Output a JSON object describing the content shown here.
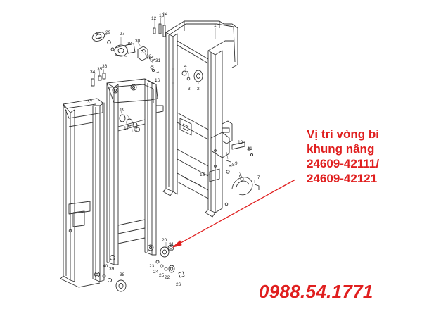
{
  "annotation": {
    "line1": "Vị trí vòng bi",
    "line2": "khung nâng",
    "line3": "24609-42111/",
    "line4": "24609-42121",
    "color": "#e01f1f"
  },
  "phone": "0988.54.1771",
  "part_numbers": {
    "p1": "1",
    "p2": "2",
    "p3": "3",
    "p4": "4",
    "p5": "5",
    "p6": "6",
    "p7": "7",
    "p8": "8",
    "p9": "9",
    "p10": "10",
    "p11": "11",
    "p12": "12",
    "p13": "13",
    "p14": "14",
    "p15": "15",
    "p16": "16",
    "p17": "17",
    "p18": "18",
    "p19": "19",
    "p20": "20",
    "p21": "21",
    "p22": "22",
    "p23": "23",
    "p24": "24",
    "p25": "25",
    "p26": "26",
    "p27": "27",
    "p28": "28",
    "p29": "29",
    "p30": "30",
    "p31": "31",
    "p32": "32",
    "p33": "33",
    "p34": "34",
    "p35": "35",
    "p36": "36",
    "p37": "37",
    "p38": "38",
    "p39": "39",
    "p40": "40"
  }
}
